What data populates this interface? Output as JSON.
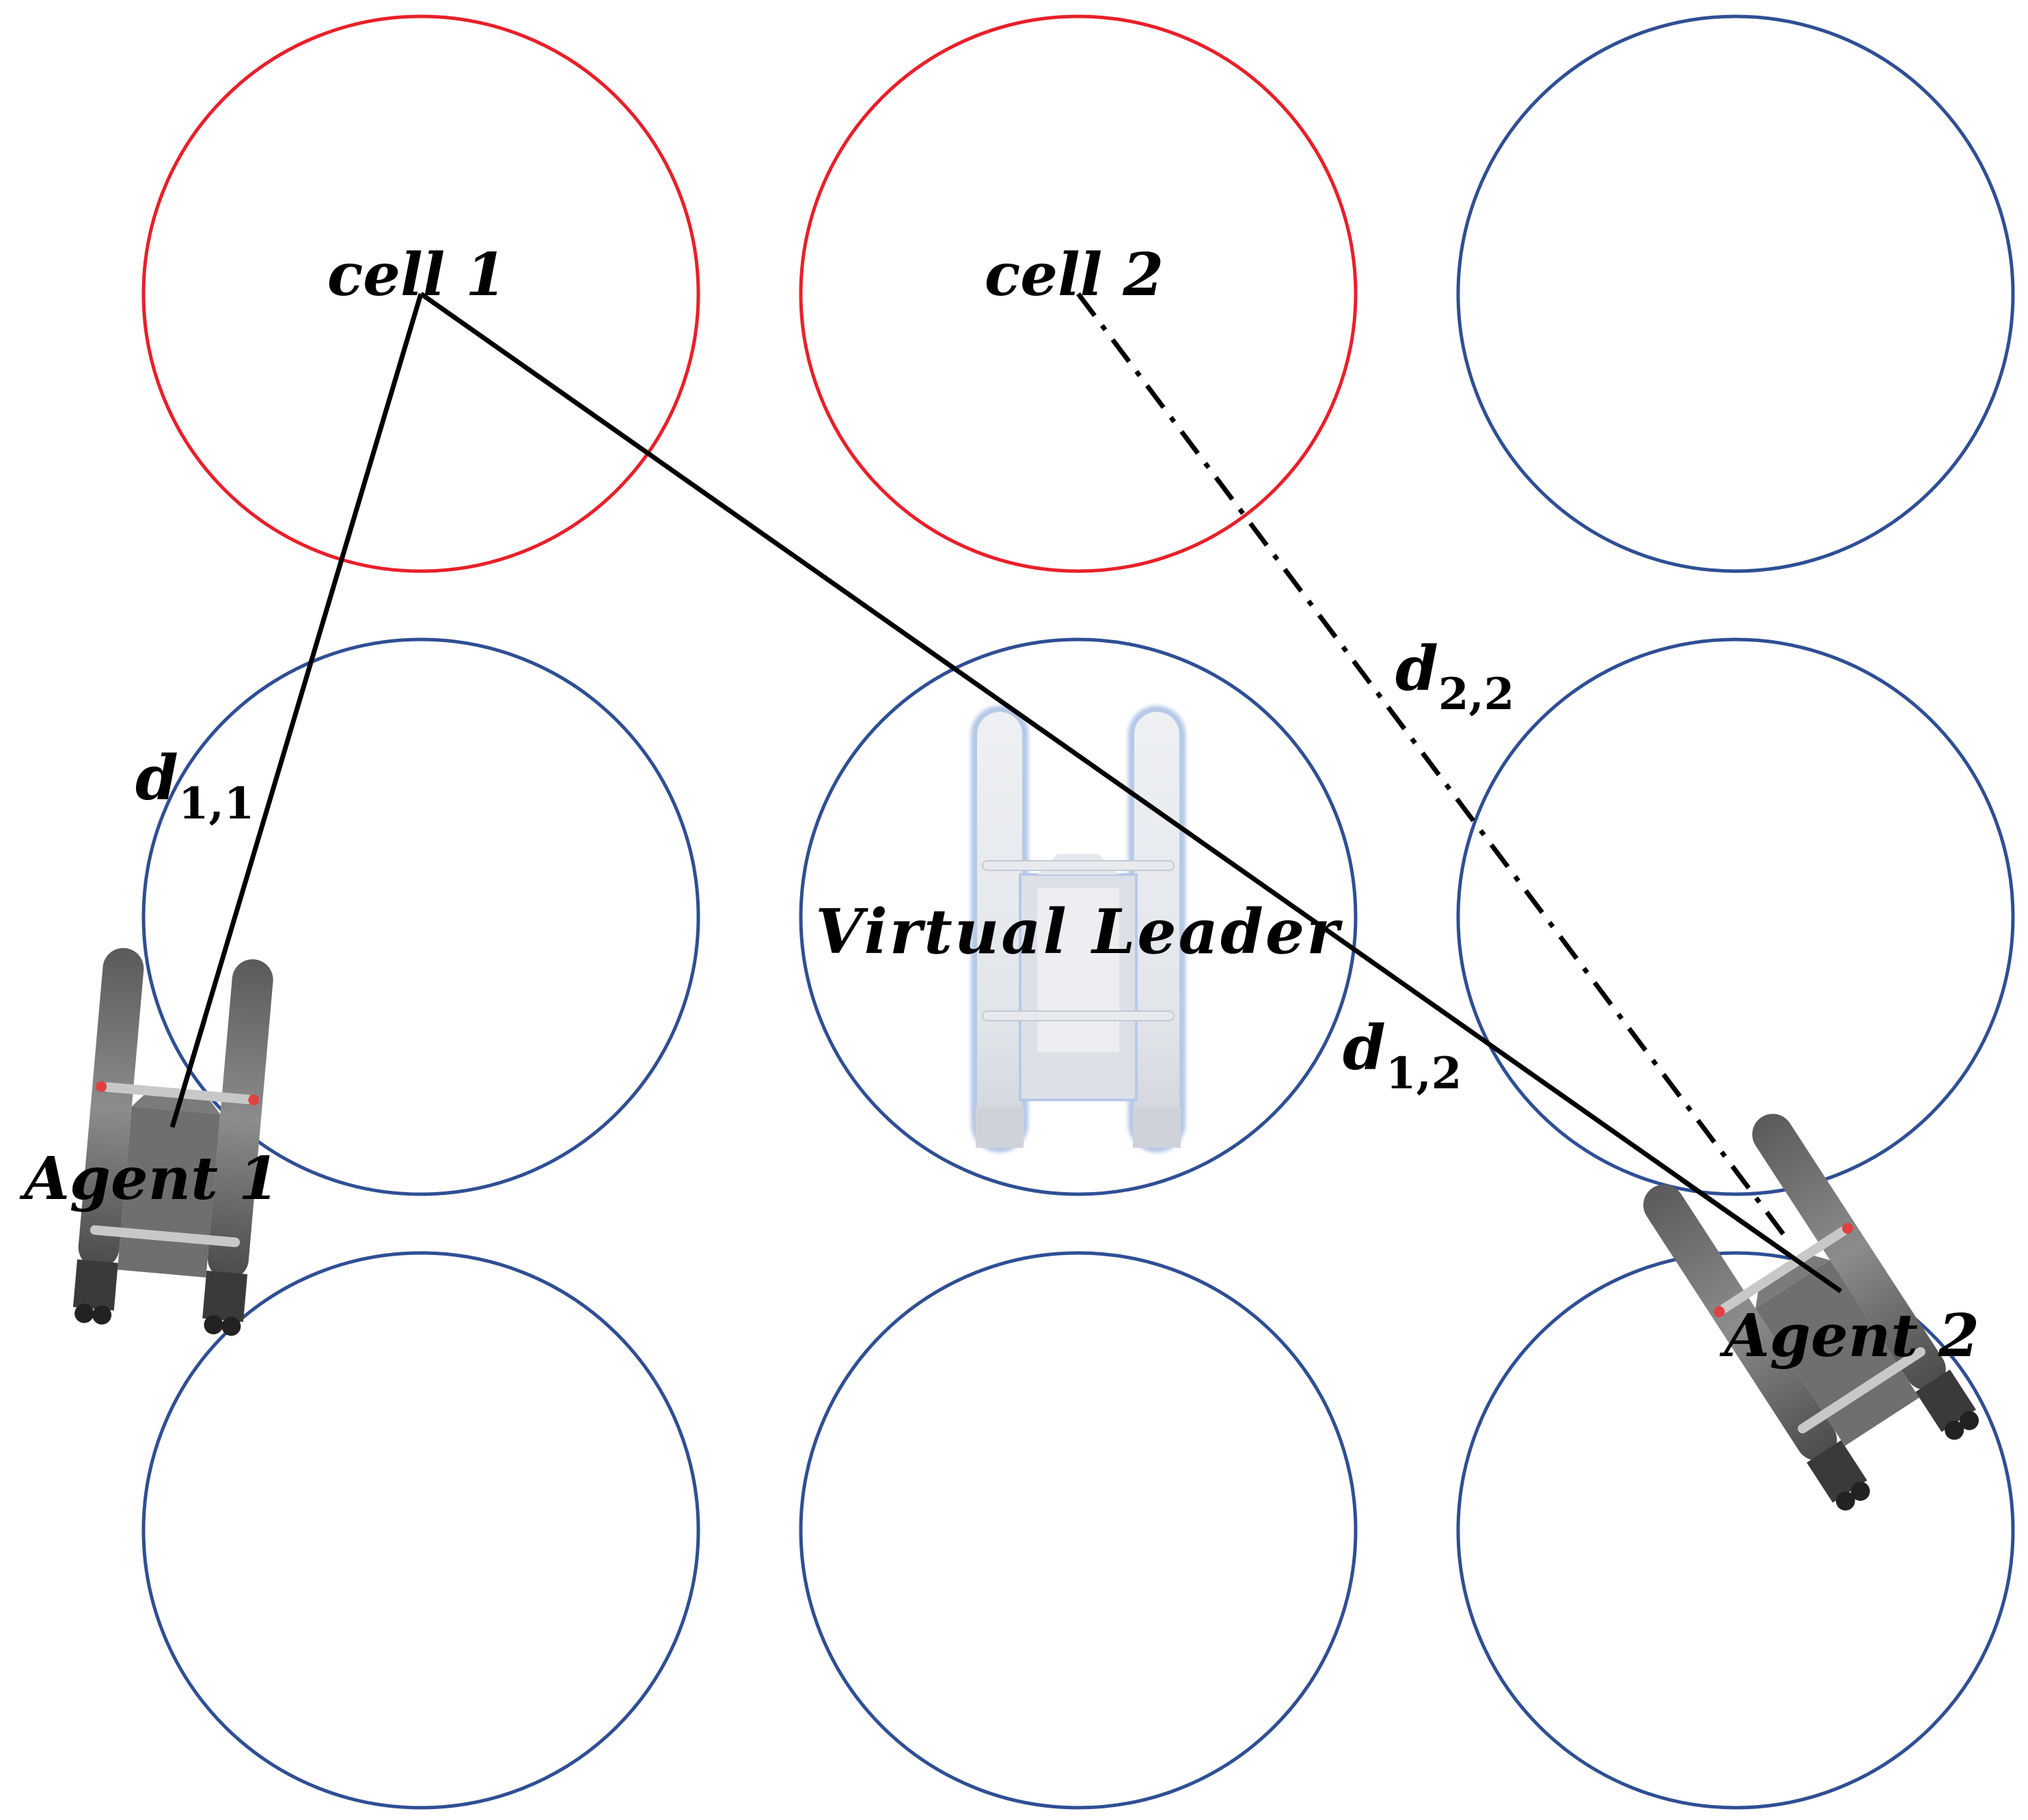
{
  "colors": {
    "target_cell": "#e8202a",
    "cell": "#2f4f94",
    "line": "#000000",
    "agent_body": "#707070",
    "leader_body": "#d9dde4",
    "leader_outline": "#aac0e4"
  },
  "labels": {
    "cell1": "cell 1",
    "cell2": "cell 2",
    "virtual_leader": "Virtual Leader",
    "agent1": "Agent 1",
    "agent2": "Agent 2"
  },
  "distances": {
    "d11": {
      "base": "d",
      "sub": "1,1"
    },
    "d12": {
      "base": "d",
      "sub": "1,2"
    },
    "d22": {
      "base": "d",
      "sub": "2,2"
    }
  },
  "icons": {
    "agent": "catamaran-vessel-icon",
    "leader": "ghost-catamaran-vessel-icon"
  }
}
